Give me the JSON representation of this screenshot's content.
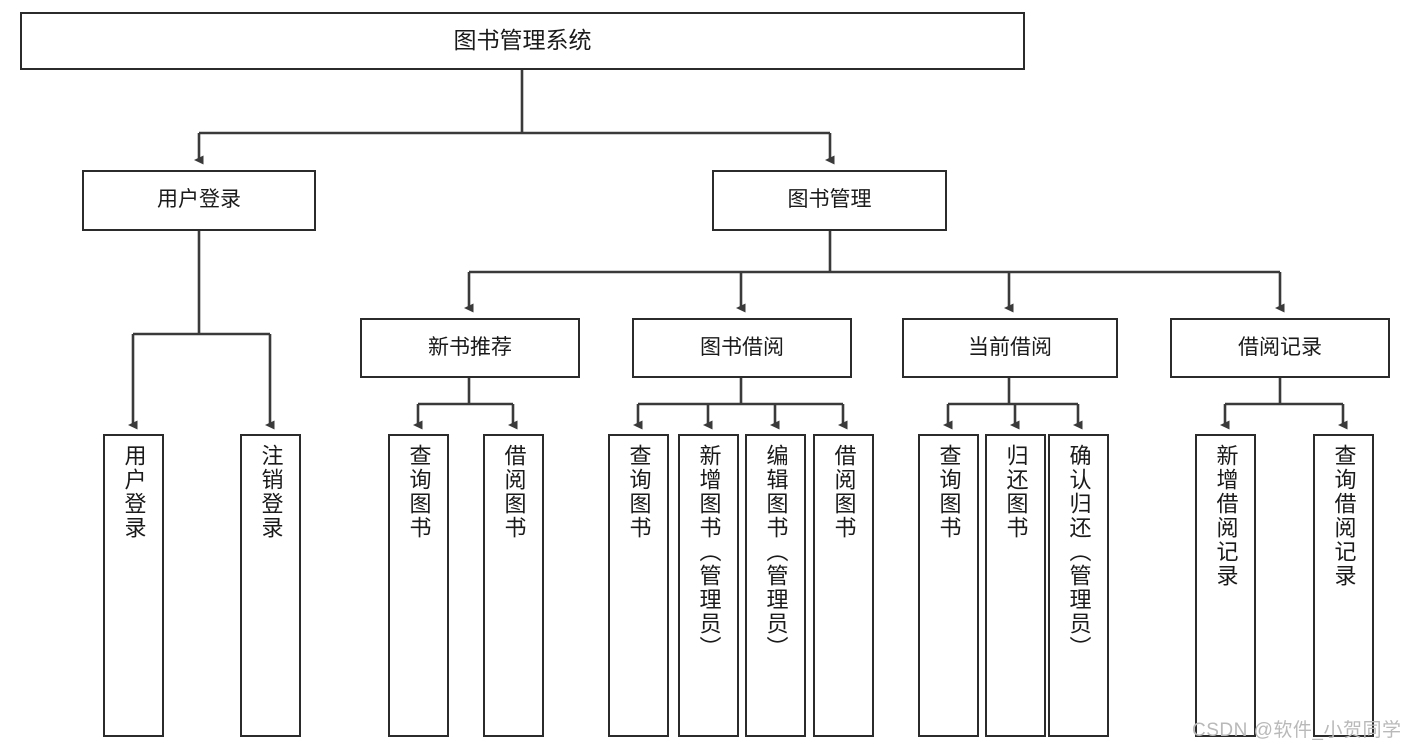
{
  "diagram": {
    "title": "图书管理系统",
    "type": "tree-hierarchy-chart",
    "watermark": "CSDN @软件_小贺同学",
    "colors": {
      "box_border": "#2b2b2b",
      "box_fill": "#ffffff",
      "connector": "#3a3a3a",
      "text": "#1a1a1a",
      "watermark": "#b9b9b9",
      "background": "#ffffff"
    },
    "root": {
      "label": "图书管理系统"
    },
    "level1": [
      {
        "label": "用户登录"
      },
      {
        "label": "图书管理"
      }
    ],
    "level2": [
      {
        "label": "新书推荐"
      },
      {
        "label": "图书借阅"
      },
      {
        "label": "当前借阅"
      },
      {
        "label": "借阅记录"
      }
    ],
    "leaves": {
      "user_login": [
        {
          "label": "用户登录"
        },
        {
          "label": "注销登录"
        }
      ],
      "new_book_recommend": [
        {
          "label": "查询图书"
        },
        {
          "label": "借阅图书"
        }
      ],
      "book_borrow": [
        {
          "label": "查询图书"
        },
        {
          "label": "新增图书（管理员）"
        },
        {
          "label": "编辑图书（管理员）"
        },
        {
          "label": "借阅图书"
        }
      ],
      "current_borrow": [
        {
          "label": "查询图书"
        },
        {
          "label": "归还图书"
        },
        {
          "label": "确认归还（管理员）"
        }
      ],
      "borrow_record": [
        {
          "label": "新增借阅记录"
        },
        {
          "label": "查询借阅记录"
        }
      ]
    }
  }
}
